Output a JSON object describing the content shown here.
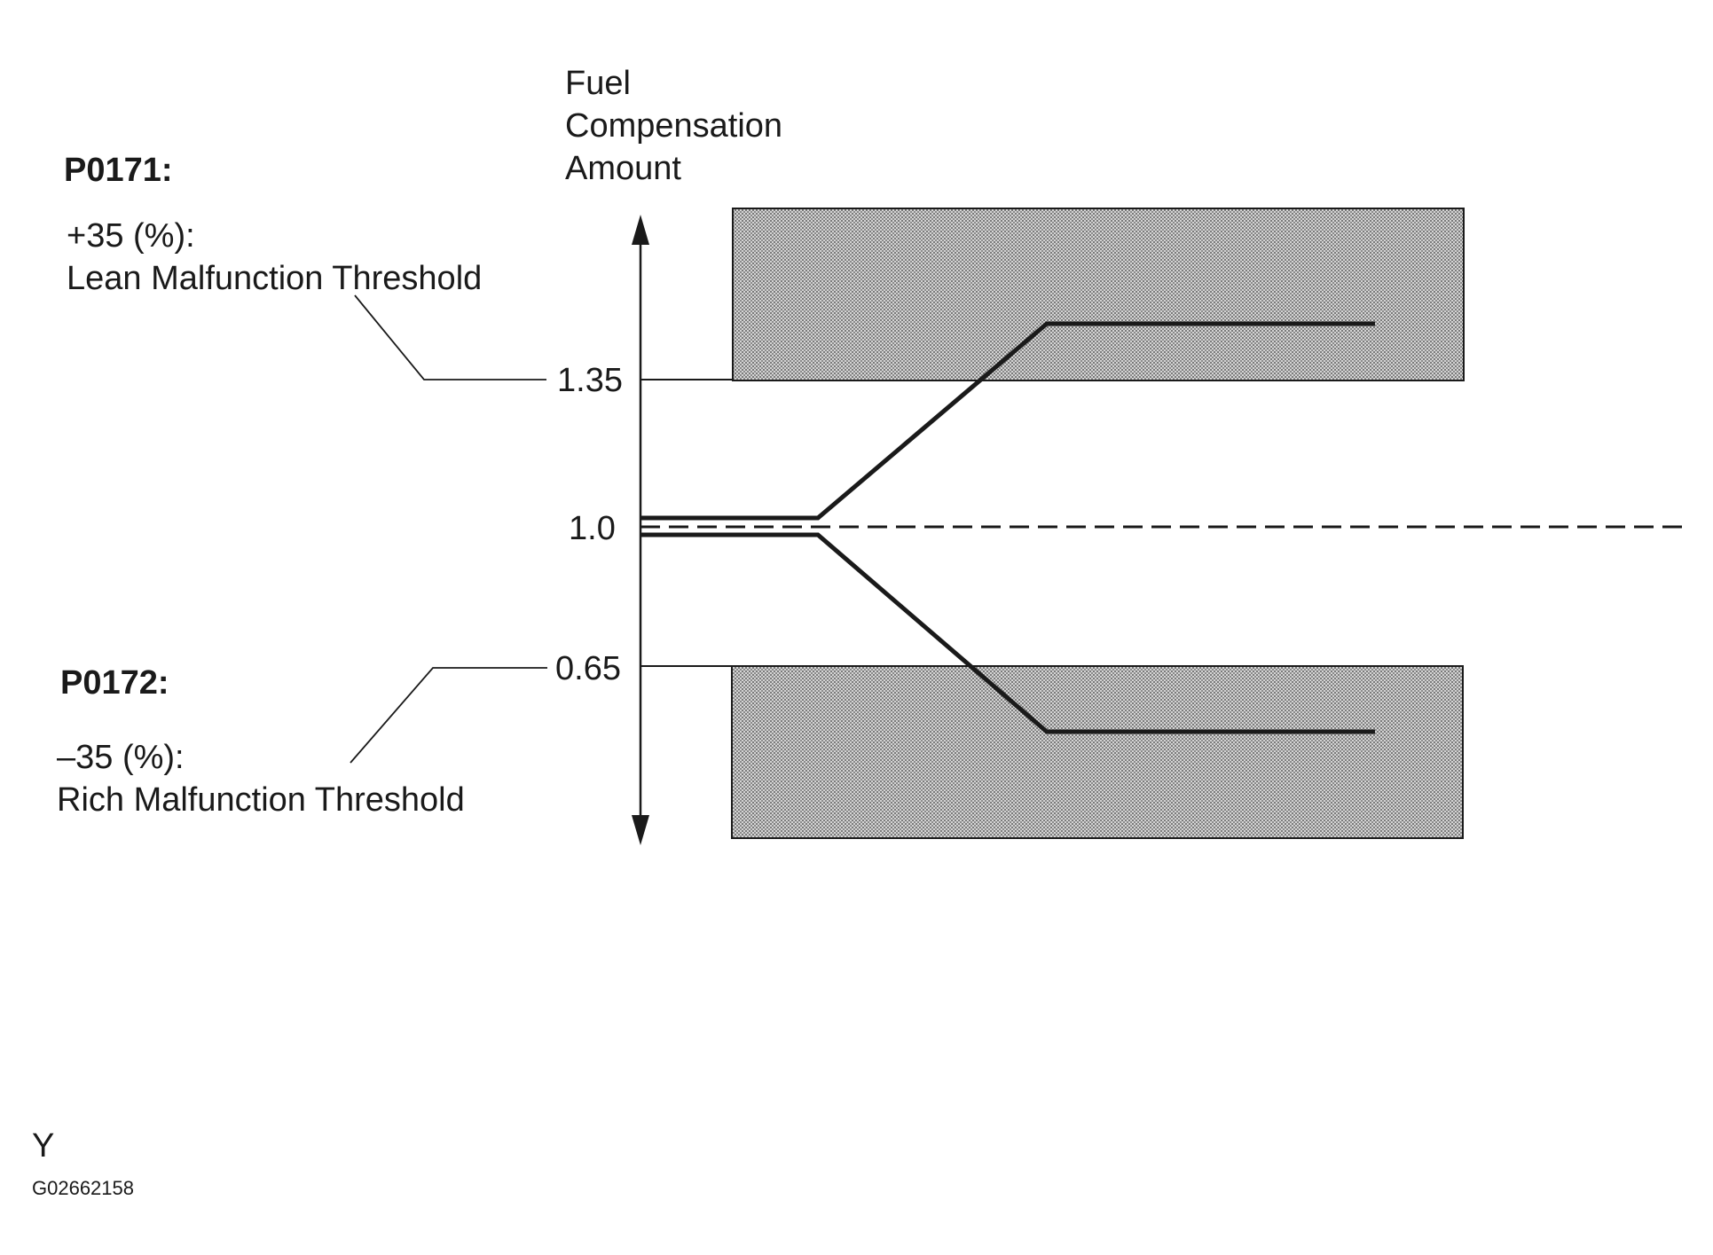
{
  "axis": {
    "label_lines": [
      "Fuel",
      "Compensation",
      "Amount"
    ],
    "ticks": [
      {
        "label": "1.35",
        "value": 1.35
      },
      {
        "label": "1.0",
        "value": 1.0
      },
      {
        "label": "0.65",
        "value": 0.65
      }
    ]
  },
  "lean": {
    "code": "P0171:",
    "percent": "+35 (%):",
    "description": "Lean Malfunction Threshold",
    "threshold": 1.35
  },
  "rich": {
    "code": "P0172:",
    "percent": "–35 (%):",
    "description": "Rich Malfunction Threshold",
    "threshold": 0.65
  },
  "footer": {
    "letter": "Y",
    "figure_id": "G02662158"
  },
  "colors": {
    "ink": "#1a1a1a",
    "shade": "#bdbdbd"
  }
}
